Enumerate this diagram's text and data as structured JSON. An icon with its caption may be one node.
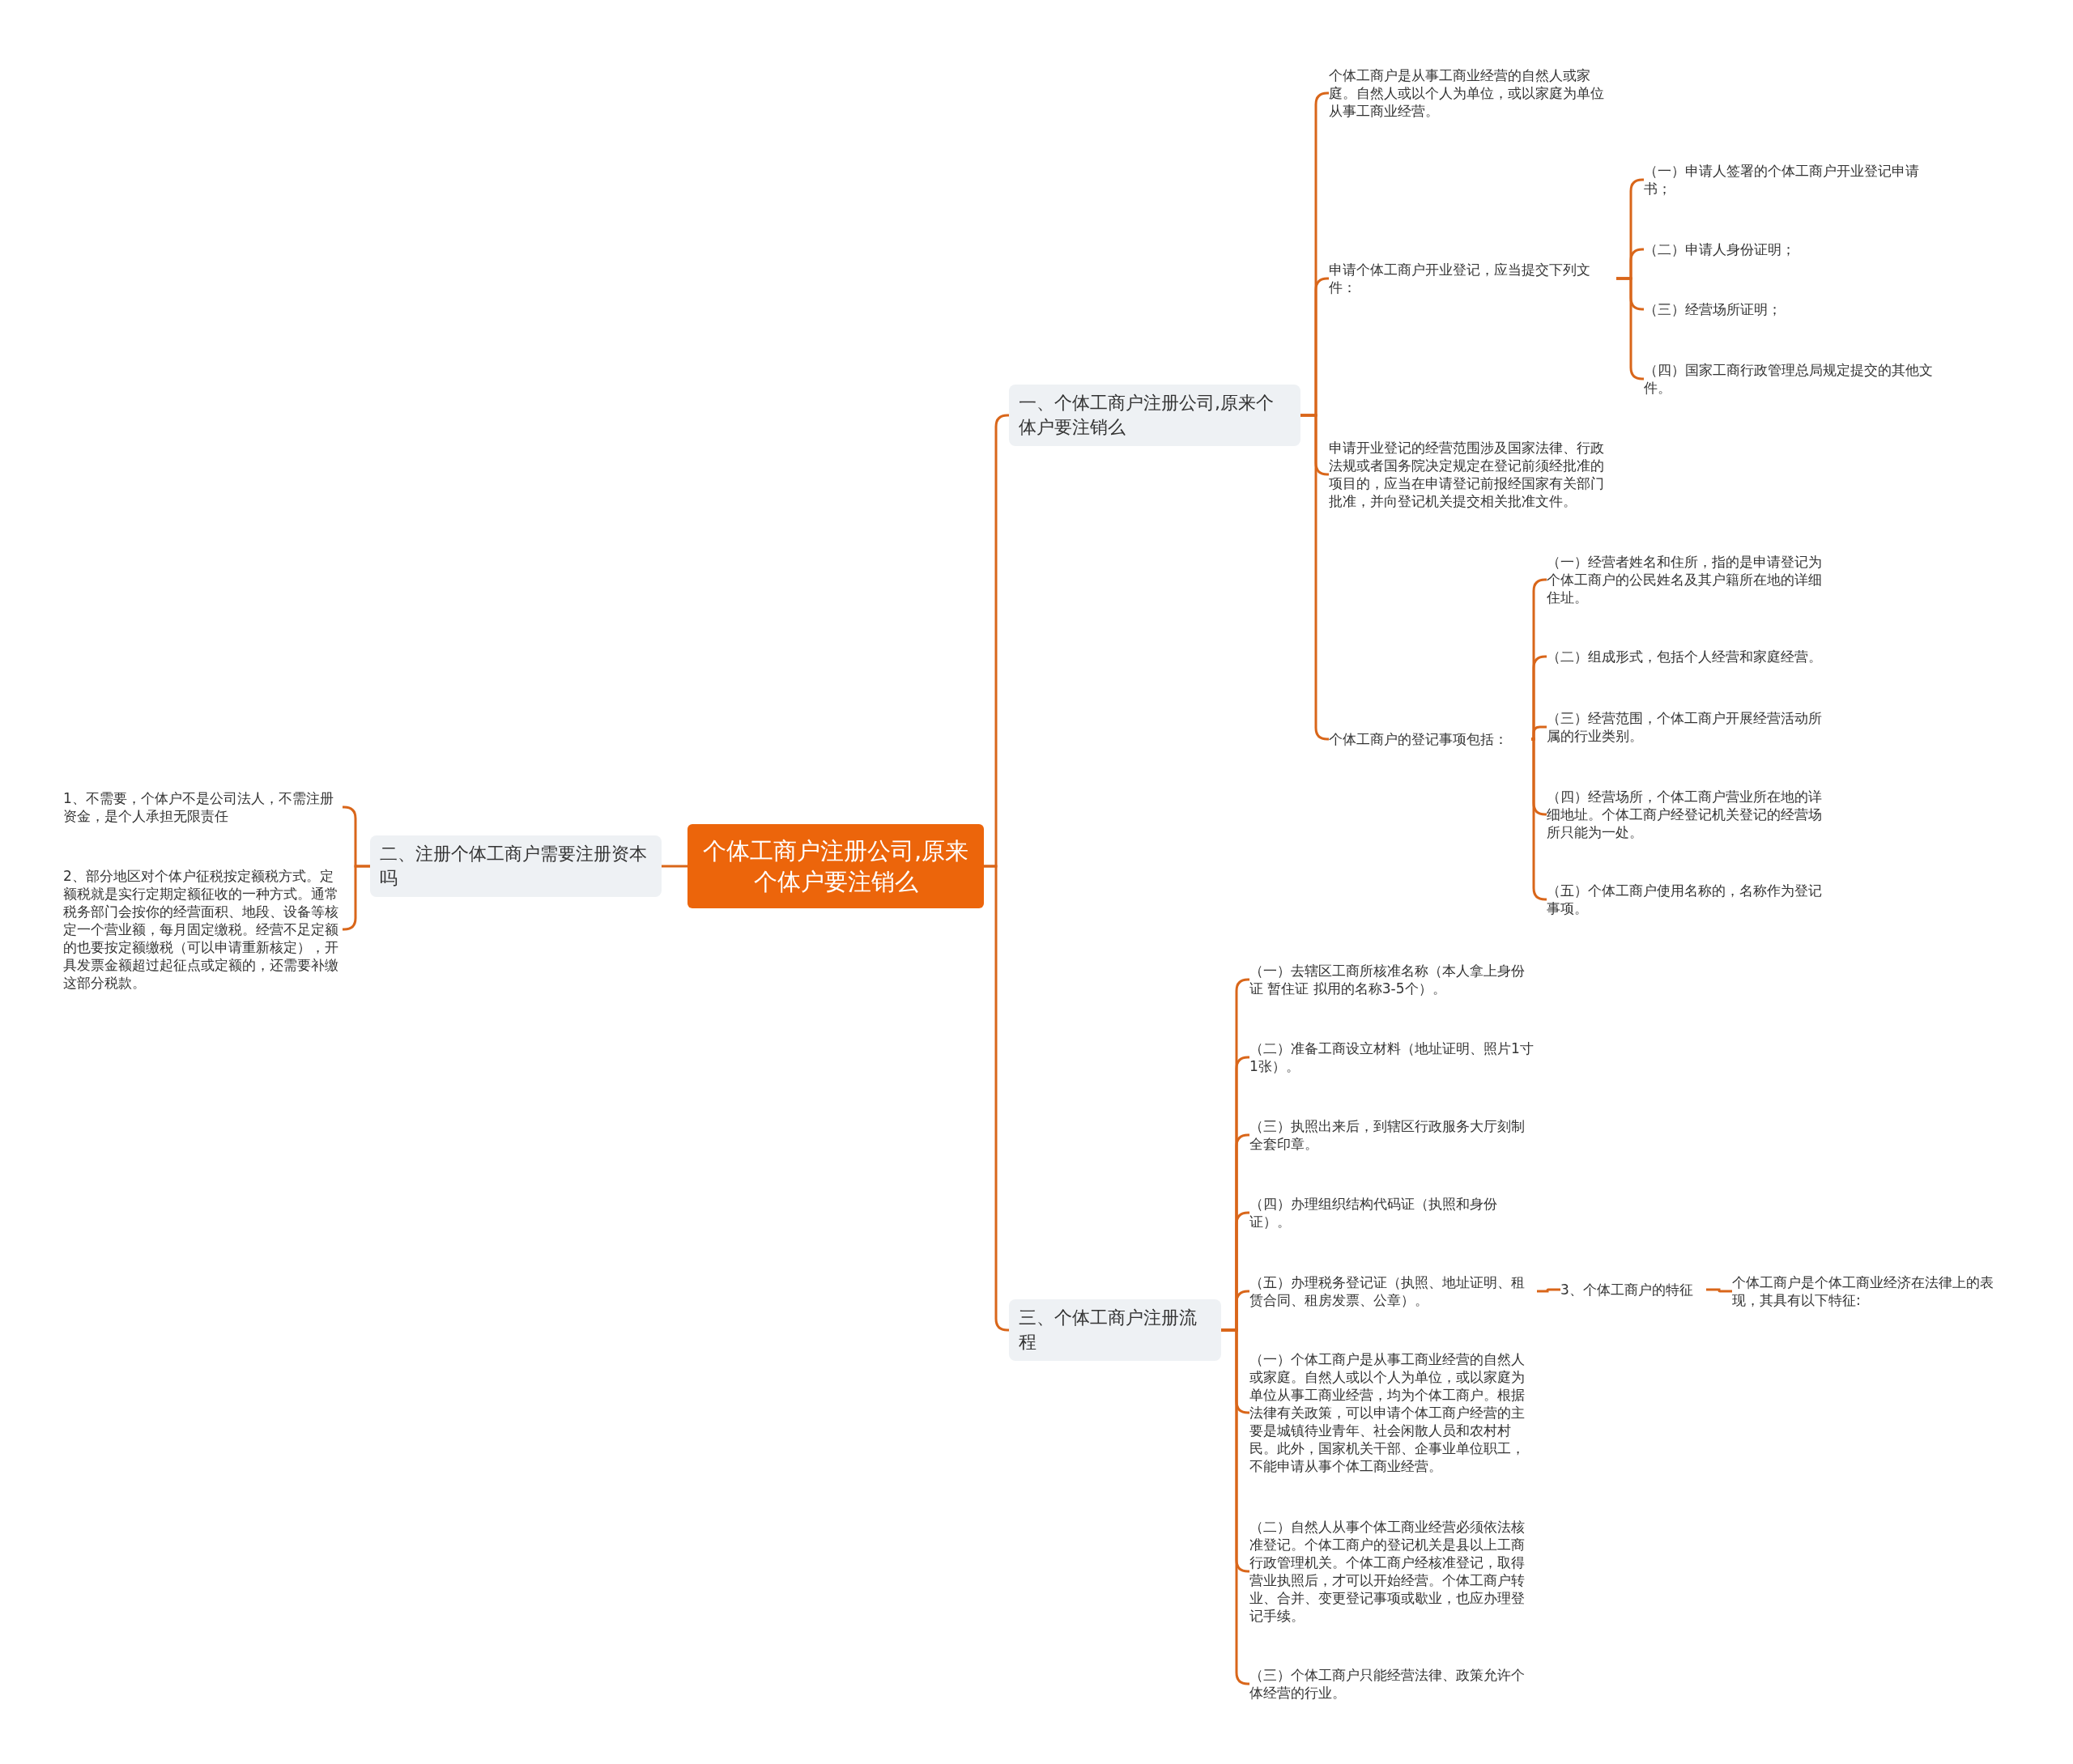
{
  "diagram": {
    "nodes": [
      {
        "text": [
          "个体工商户注册公司,原来个体户要注销么"
        ]
      },
      {
        "text": [
          "一、个体工商户注册公司,原来个体户要注销么"
        ]
      },
      {
        "text": [
          "个体工商户是从事工商业经营的自然人或家庭。自然人或以个人为单位，或以家庭为单位从事工商业经营。"
        ]
      },
      {
        "text": [
          "申请个体工商户开业登记，应当提交下列文件："
        ]
      },
      {
        "text": [
          "（一）申请人签署的个体工商户开业登记申请书；"
        ]
      },
      {
        "text": [
          "（二）申请人身份证明；"
        ]
      },
      {
        "text": [
          "（三）经营场所证明；"
        ]
      },
      {
        "text": [
          "（四）国家工商行政管理总局规定提交的其他文件。"
        ]
      },
      {
        "text": [
          "申请开业登记的经营范围涉及国家法律、行政法规或者国务院决定规定在登记前须经批准的项目的，应当在申请登记前报经国家有关部门批准，并向登记机关提交相关批准文件。"
        ]
      },
      {
        "text": [
          "个体工商户的登记事项包括："
        ]
      },
      {
        "text": [
          "（一）经营者姓名和住所，指的是申请登记为个体工商户的公民姓名及其户籍所在地的详细住址。"
        ]
      },
      {
        "text": [
          "（二）组成形式，包括个人经营和家庭经营。"
        ]
      },
      {
        "text": [
          "（三）经营范围，个体工商户开展经营活动所属的行业类别。"
        ]
      },
      {
        "text": [
          "（四）经营场所，个体工商户营业所在地的详细地址。个体工商户经登记机关登记的经营场所只能为一处。"
        ]
      },
      {
        "text": [
          "（五）个体工商户使用名称的，名称作为登记事项。"
        ]
      },
      {
        "text": [
          "二、注册个体工商户需要注册资本吗"
        ]
      },
      {
        "text": [
          "1、不需要，个体户不是公司法人，不需注册资金，是个人承担无限责任"
        ]
      },
      {
        "text": [
          "2、部分地区对个体户征税按定额税方式。定额税就是实行定期定额征收的一种方式。通常税务部门会按你的经营面积、地段、设备等核定一个营业额，每月固定缴税。经营不足定额的也要按定额缴税（可以申请重新核定），开具发票金额超过起征点或定额的，还需要补缴这部分税款。"
        ]
      },
      {
        "text": [
          "三、个体工商户注册流程"
        ]
      },
      {
        "text": [
          "（一）去辖区工商所核准名称（本人拿上身份证 暂住证 拟用的名称3-5个）。"
        ]
      },
      {
        "text": [
          "（二）准备工商设立材料（地址证明、照片1寸1张）。"
        ]
      },
      {
        "text": [
          "（三）执照出来后，到辖区行政服务大厅刻制全套印章。"
        ]
      },
      {
        "text": [
          "（四）办理组织结构代码证（执照和身份证）。"
        ]
      },
      {
        "text": [
          "（五）办理税务登记证（执照、地址证明、租赁合同、租房发票、公章）。"
        ]
      },
      {
        "text": [
          "3、个体工商户的特征"
        ]
      },
      {
        "text": [
          "个体工商户是个体工商业经济在法律上的表现，其具有以下特征:"
        ]
      },
      {
        "text": [
          "（一）个体工商户是从事工商业经营的自然人或家庭。自然人或以个人为单位，或以家庭为单位从事工商业经营，均为个体工商户。根据法律有关政策，可以申请个体工商户经营的主要是城镇待业青年、社会闲散人员和农村村民。此外，国家机关干部、企事业单位职工，不能申请从事个体工商业经营。"
        ]
      },
      {
        "text": [
          "（二）自然人从事个体工商业经营必须依法核准登记。个体工商户的登记机关是县以上工商行政管理机关。个体工商户经核准登记，取得营业执照后，才可以开始经营。个体工商户转业、合并、变更登记事项或歇业，也应办理登记手续。"
        ]
      },
      {
        "text": [
          "（三）个体工商户只能经营法律、政策允许个体经营的行业。"
        ]
      }
    ],
    "edges": [
      {
        "from": 0,
        "to": 1,
        "arrow": "none"
      },
      {
        "from": 0,
        "to": 15,
        "arrow": "none"
      },
      {
        "from": 0,
        "to": 18,
        "arrow": "none"
      },
      {
        "from": 1,
        "to": 2,
        "arrow": "none"
      },
      {
        "from": 1,
        "to": 3,
        "arrow": "none"
      },
      {
        "from": 1,
        "to": 8,
        "arrow": "none"
      },
      {
        "from": 1,
        "to": 9,
        "arrow": "none"
      },
      {
        "from": 3,
        "to": 4,
        "arrow": "none"
      },
      {
        "from": 3,
        "to": 5,
        "arrow": "none"
      },
      {
        "from": 3,
        "to": 6,
        "arrow": "none"
      },
      {
        "from": 3,
        "to": 7,
        "arrow": "none"
      },
      {
        "from": 9,
        "to": 10,
        "arrow": "none"
      },
      {
        "from": 9,
        "to": 11,
        "arrow": "none"
      },
      {
        "from": 9,
        "to": 12,
        "arrow": "none"
      },
      {
        "from": 9,
        "to": 13,
        "arrow": "none"
      },
      {
        "from": 9,
        "to": 14,
        "arrow": "none"
      },
      {
        "from": 15,
        "to": 16,
        "arrow": "none"
      },
      {
        "from": 15,
        "to": 17,
        "arrow": "none"
      },
      {
        "from": 18,
        "to": 19,
        "arrow": "none"
      },
      {
        "from": 18,
        "to": 20,
        "arrow": "none"
      },
      {
        "from": 18,
        "to": 21,
        "arrow": "none"
      },
      {
        "from": 18,
        "to": 22,
        "arrow": "none"
      },
      {
        "from": 18,
        "to": 23,
        "arrow": "none"
      },
      {
        "from": 18,
        "to": 26,
        "arrow": "none"
      },
      {
        "from": 18,
        "to": 27,
        "arrow": "none"
      },
      {
        "from": 18,
        "to": 28,
        "arrow": "none"
      },
      {
        "from": 23,
        "to": 24,
        "arrow": "none"
      },
      {
        "from": 24,
        "to": 25,
        "arrow": "none"
      }
    ]
  }
}
